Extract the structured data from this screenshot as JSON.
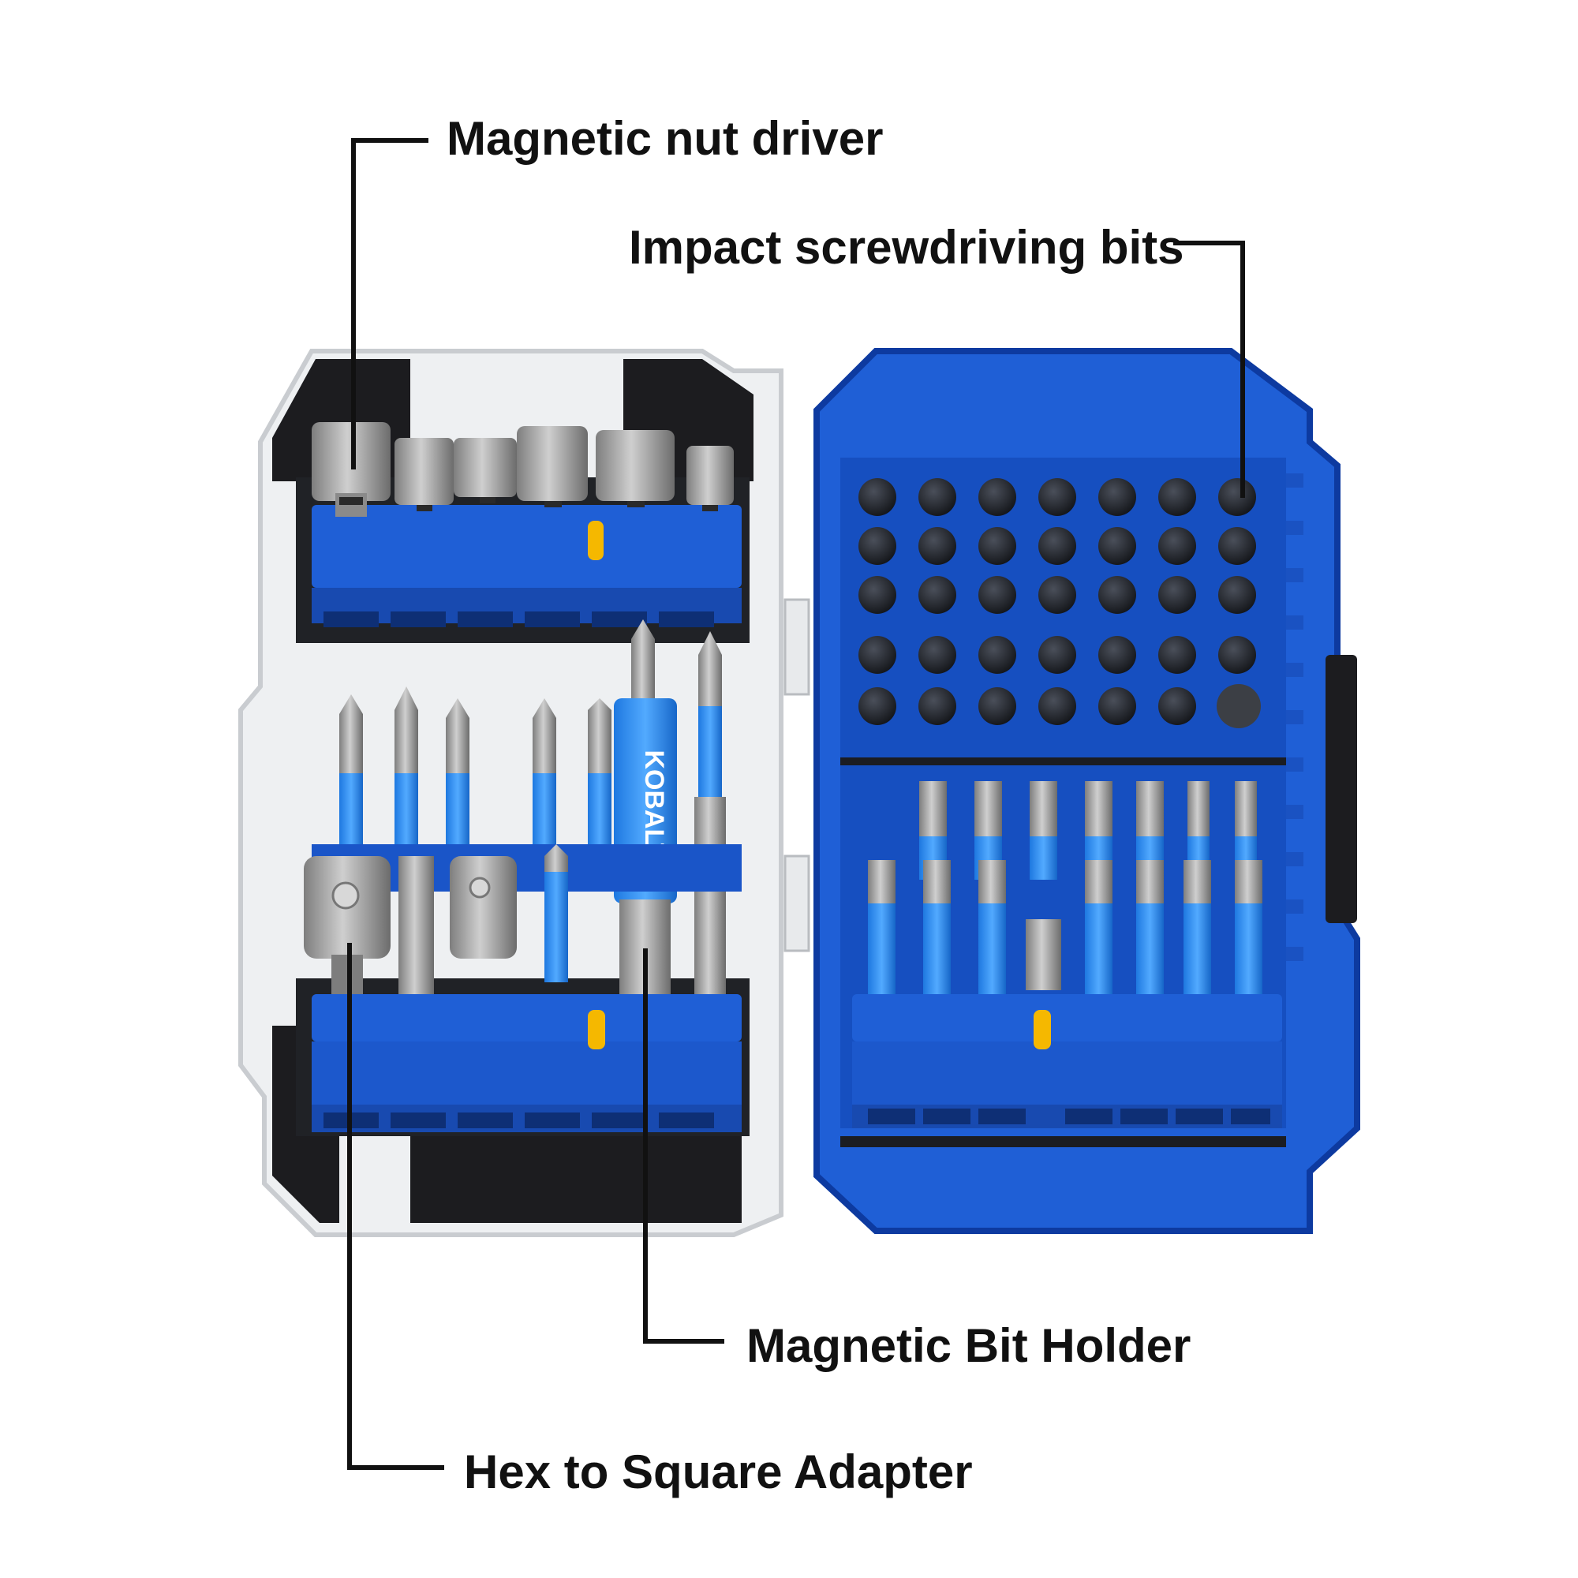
{
  "callouts": {
    "nut_driver": "Magnetic nut driver",
    "impact_bits": "Impact screwdriving bits",
    "bit_holder": "Magnetic Bit Holder",
    "adapter": "Hex to Square Adapter"
  },
  "product": {
    "brand": "KOBALT"
  },
  "colors": {
    "case_blue": "#1f5fd6",
    "bit_blue": "#2f8ff0",
    "clip_yellow": "#f5b800",
    "steel": "#9a9a9a"
  }
}
